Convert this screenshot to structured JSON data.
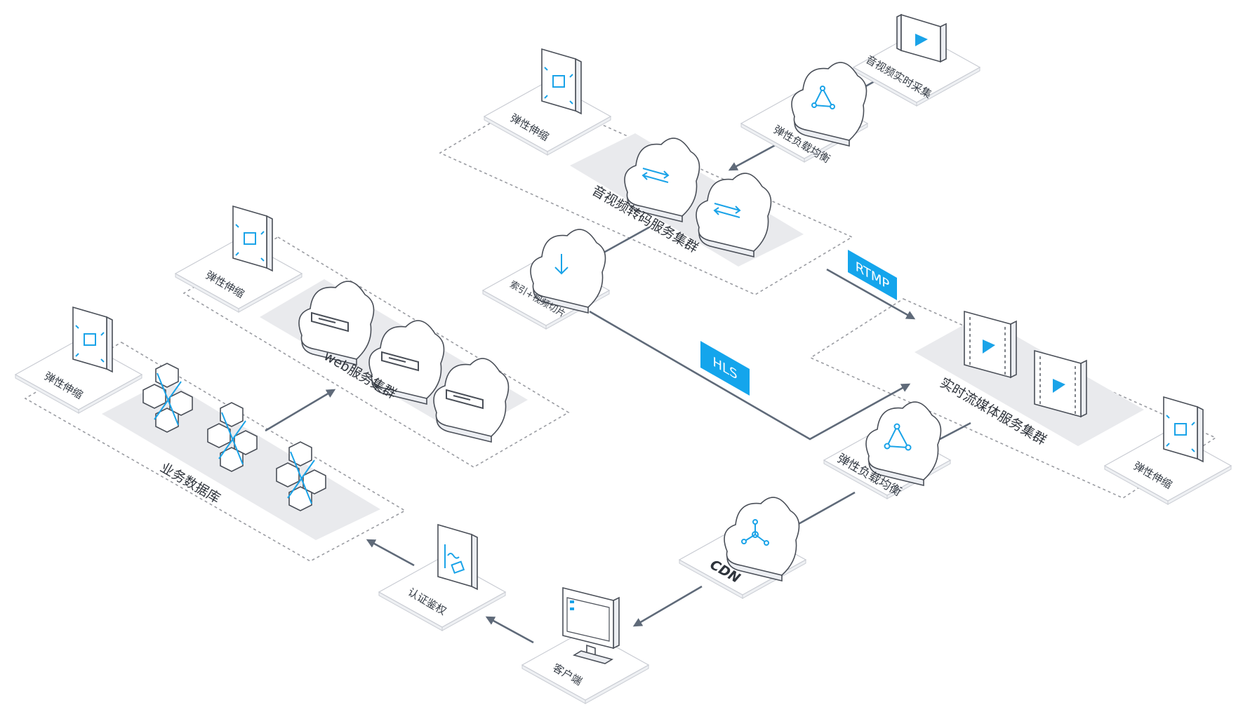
{
  "labels": {
    "av_capture": "音视频实时采集",
    "slb_top": "弹性负载均衡",
    "scale_top": "弹性伸缩",
    "transcode_cluster": "音视频转码服务集群",
    "index_slice": "索引+视频切片",
    "rtmp": "RTMP",
    "hls": "HLS",
    "scale_web": "弹性伸缩",
    "web_cluster": "web服务集群",
    "scale_db": "弹性伸缩",
    "db": "业务数据库",
    "stream_cluster": "实时流媒体服务集群",
    "scale_stream": "弹性伸缩",
    "slb_mid": "弹性负载均衡",
    "cdn": "CDN",
    "auth": "认证鉴权",
    "client": "客户端"
  },
  "icons": {
    "capture": "video-camera-icon",
    "slb": "load-balancer-icon",
    "scale": "auto-scaling-icon",
    "transcode": "transcode-cloud-icon",
    "slice": "download-cloud-icon",
    "web": "server-cloud-icon",
    "db": "database-hexagon-icon",
    "stream": "video-film-icon",
    "cdn": "cdn-network-icon",
    "auth": "certificate-icon",
    "client": "monitor-icon"
  },
  "colors": {
    "accent": "#14a5ec",
    "arrow": "#5f6a79",
    "outline": "#4a4f58",
    "band": "#e9eaed"
  }
}
